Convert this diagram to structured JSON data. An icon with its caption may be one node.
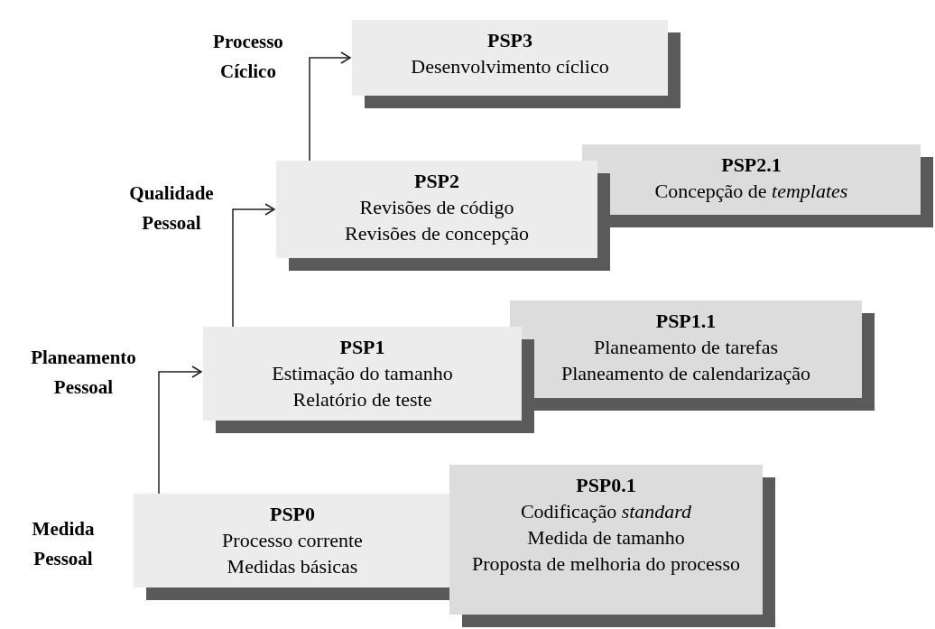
{
  "diagram": {
    "nodes": [
      {
        "text": [
          "PSP3",
          "Desenvolvimento cíclico"
        ]
      },
      {
        "text": [
          "PSP2",
          "Revisões de código",
          "Revisões de concepção"
        ]
      },
      {
        "text": [
          "PSP2.1",
          "Concepção de *templates*"
        ]
      },
      {
        "text": [
          "PSP1",
          "Estimação do tamanho",
          "Relatório de teste"
        ]
      },
      {
        "text": [
          "PSP1.1",
          "Planeamento de tarefas",
          "Planeamento de calendarização"
        ]
      },
      {
        "text": [
          "PSP0",
          "Processo corrente",
          "Medidas básicas"
        ]
      },
      {
        "text": [
          "PSP0.1",
          "Codificação *standard*",
          "Medida de tamanho",
          "Proposta de melhoria do processo"
        ]
      }
    ],
    "edges": [
      {
        "from": 5,
        "to": 3,
        "arrow": "to"
      },
      {
        "from": 3,
        "to": 1,
        "arrow": "to"
      },
      {
        "from": 1,
        "to": 0,
        "arrow": "to"
      }
    ],
    "labels": [
      "Processo Cíclico",
      "Qualidade Pessoal",
      "Planeamento Pessoal",
      "Medida Pessoal"
    ]
  }
}
